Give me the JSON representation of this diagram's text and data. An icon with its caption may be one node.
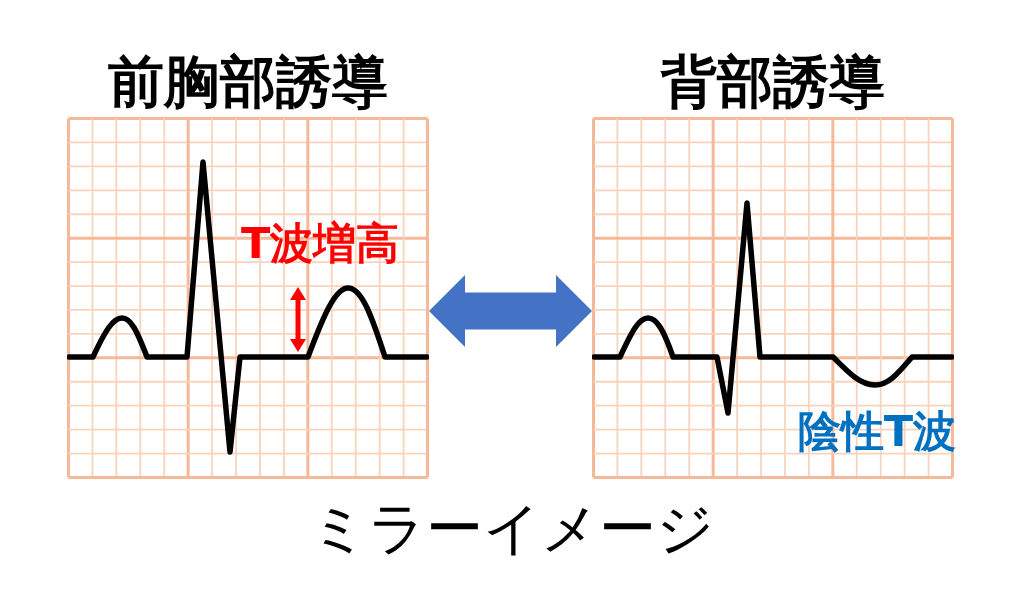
{
  "diagram": {
    "caption": "ミラーイメージ",
    "nodes": [
      {
        "text": [
          "前胸部誘導",
          "T波増高"
        ]
      },
      {
        "text": [
          "背部誘導",
          "陰性T波"
        ]
      }
    ],
    "edges": [
      {
        "from": 0,
        "to": 1,
        "arrow": "both"
      }
    ]
  }
}
